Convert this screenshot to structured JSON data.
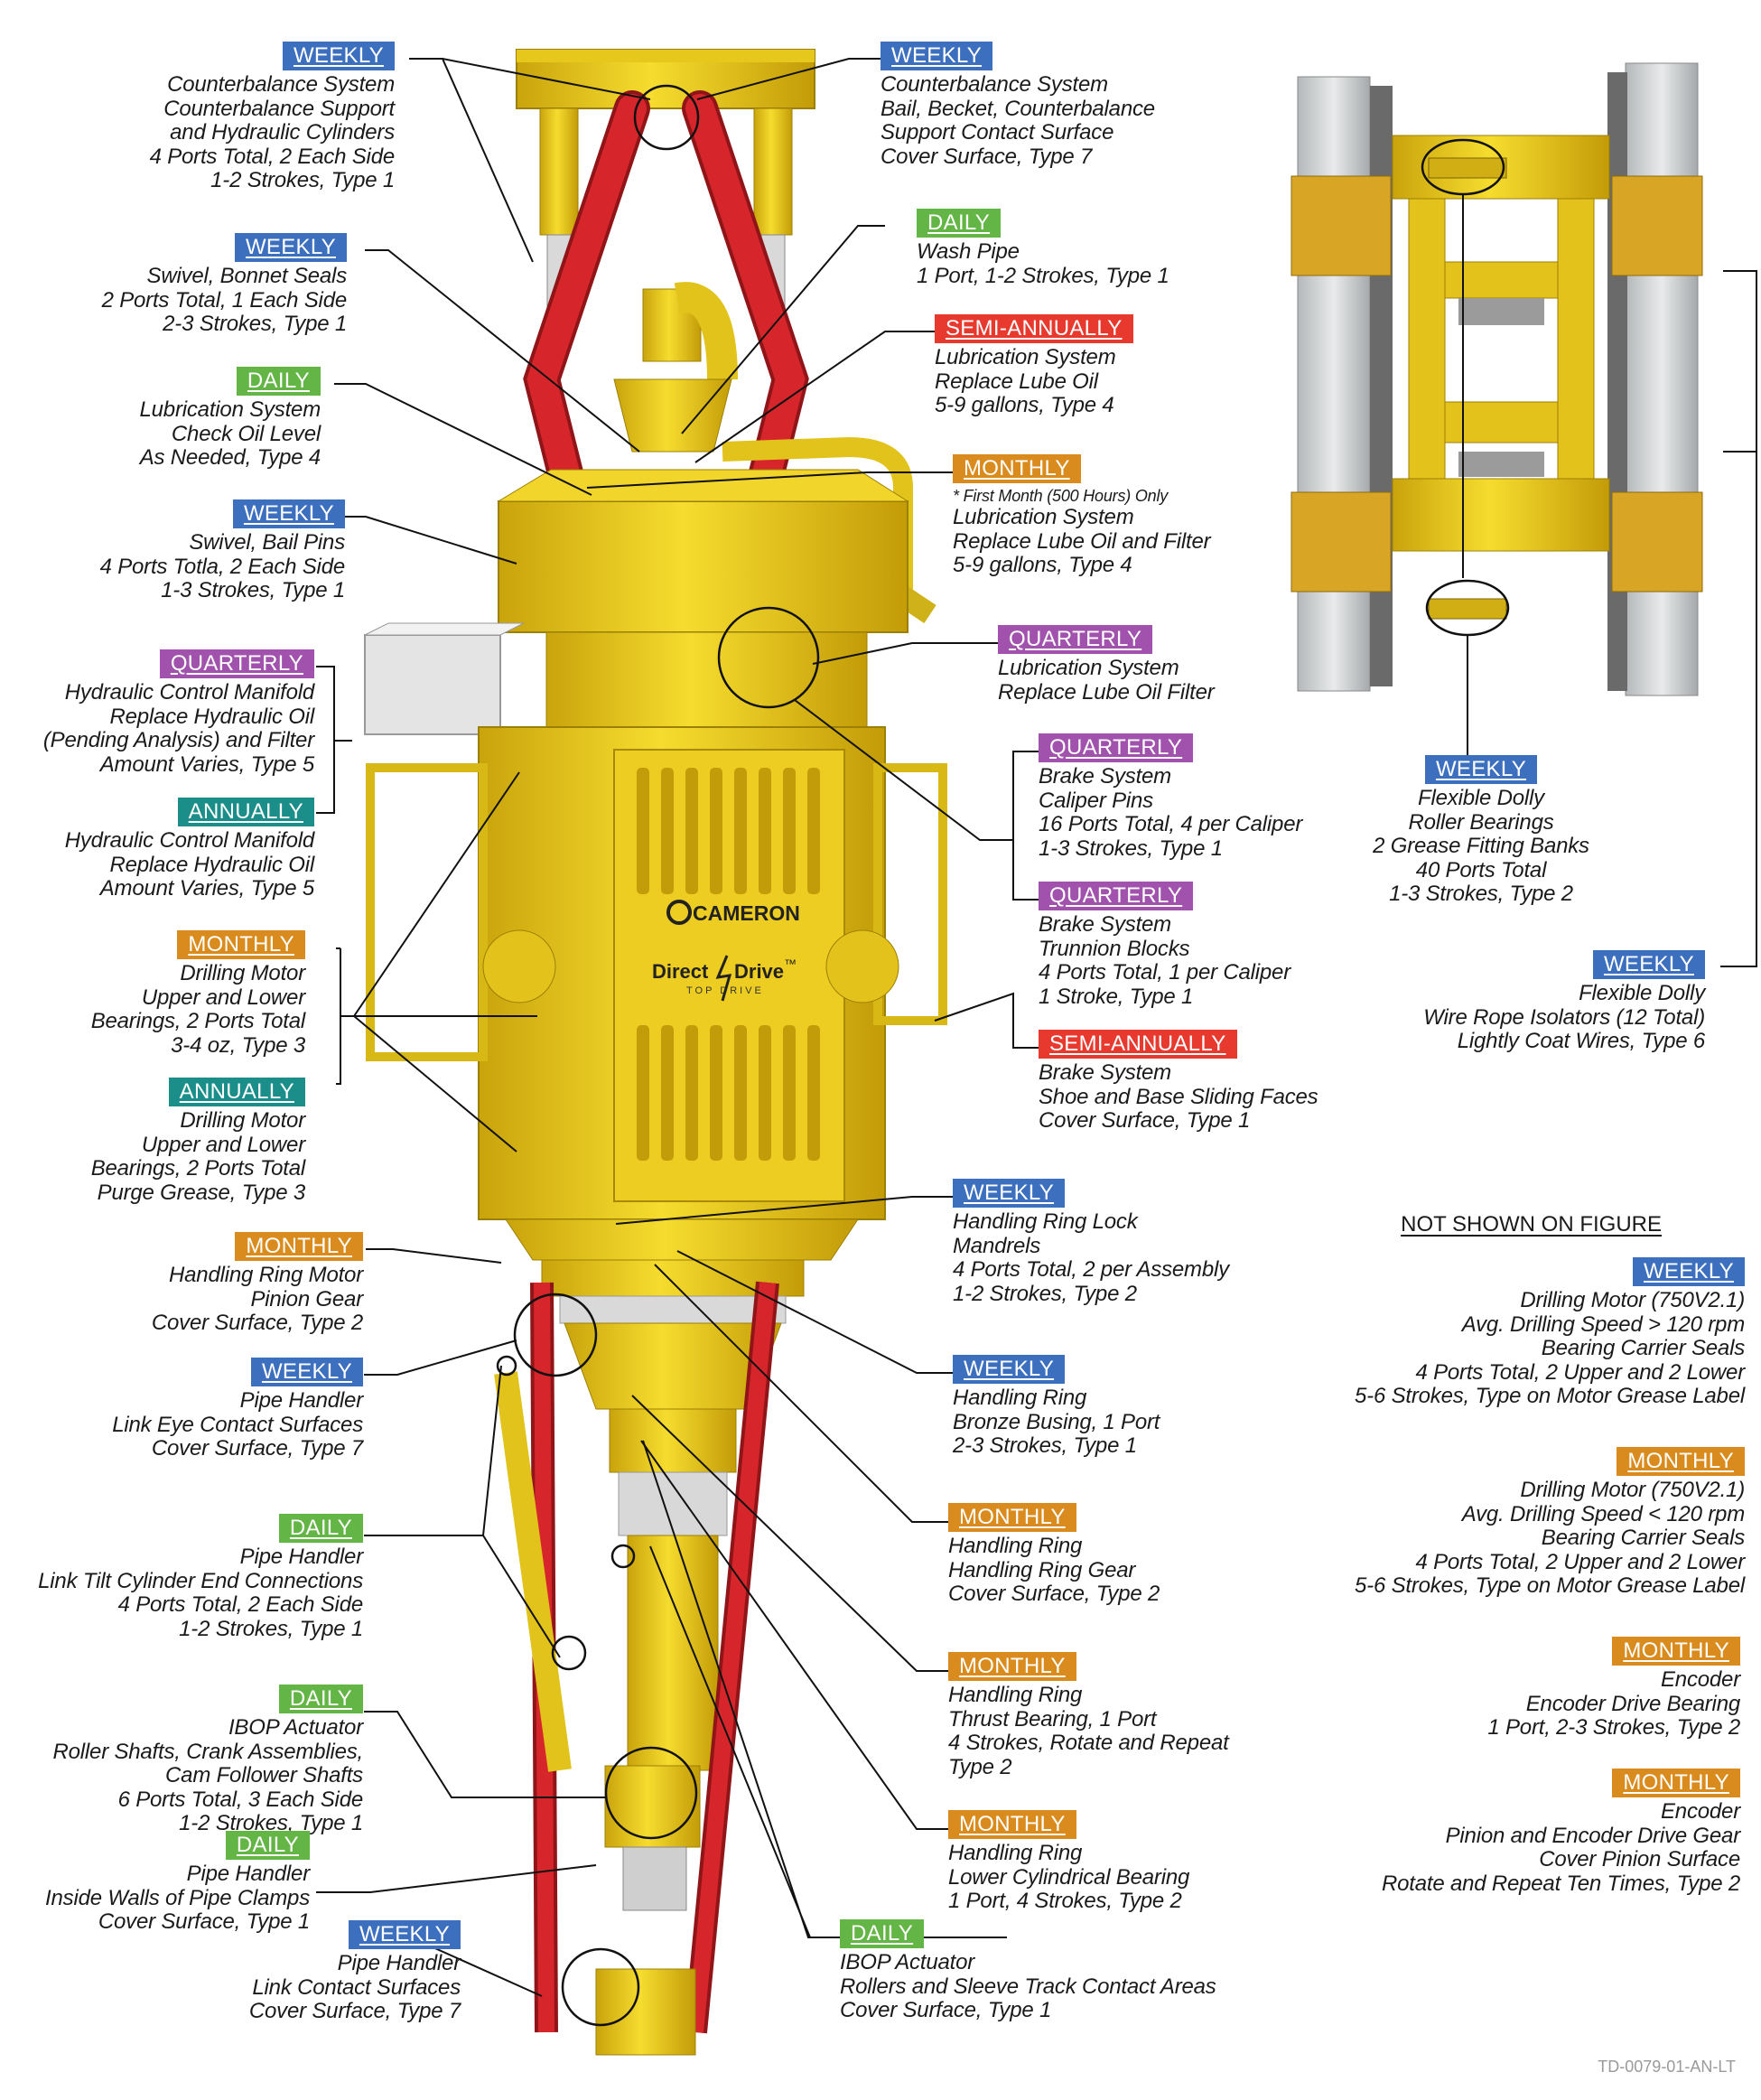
{
  "colors": {
    "WEEKLY": "#3d6fbf",
    "DAILY": "#63b545",
    "SEMI-ANNUALLY": "#e8392f",
    "MONTHLY": "#d98b1e",
    "QUARTERLY": "#a052ad",
    "ANNUALLY": "#1c8e8a",
    "equipment_yellow": "#f3d21b",
    "link_red": "#d7262b"
  },
  "callouts": [
    {
      "id": "c1",
      "badge": "WEEKLY",
      "lines": [
        "Counterbalance System",
        "Counterbalance Support",
        "and Hydraulic Cylinders",
        "4 Ports Total, 2 Each Side",
        "1-2 Strokes, Type 1"
      ]
    },
    {
      "id": "c2",
      "badge": "WEEKLY",
      "lines": [
        "Swivel, Bonnet Seals",
        "2 Ports Total, 1 Each Side",
        "2-3 Strokes, Type 1"
      ]
    },
    {
      "id": "c3",
      "badge": "DAILY",
      "lines": [
        "Lubrication System",
        "Check Oil Level",
        "As Needed, Type 4"
      ]
    },
    {
      "id": "c4",
      "badge": "WEEKLY",
      "lines": [
        "Swivel, Bail Pins",
        "4 Ports Totla, 2 Each Side",
        "1-3 Strokes, Type 1"
      ]
    },
    {
      "id": "c5",
      "badge": "QUARTERLY",
      "lines": [
        "Hydraulic Control Manifold",
        "Replace Hydraulic Oil",
        "(Pending Analysis) and Filter",
        "Amount Varies, Type 5"
      ]
    },
    {
      "id": "c6",
      "badge": "ANNUALLY",
      "lines": [
        "Hydraulic Control Manifold",
        "Replace Hydraulic Oil",
        "Amount Varies, Type 5"
      ]
    },
    {
      "id": "c7",
      "badge": "MONTHLY",
      "lines": [
        "Drilling Motor",
        "Upper and Lower",
        "Bearings, 2 Ports Total",
        "3-4 oz, Type 3"
      ]
    },
    {
      "id": "c8",
      "badge": "ANNUALLY",
      "lines": [
        "Drilling Motor",
        "Upper and Lower",
        "Bearings, 2 Ports Total",
        "Purge Grease, Type 3"
      ]
    },
    {
      "id": "c9",
      "badge": "MONTHLY",
      "lines": [
        "Handling Ring Motor",
        "Pinion Gear",
        "Cover Surface, Type 2"
      ]
    },
    {
      "id": "c10",
      "badge": "WEEKLY",
      "lines": [
        "Pipe Handler",
        "Link Eye Contact Surfaces",
        "Cover Surface, Type 7"
      ]
    },
    {
      "id": "c11",
      "badge": "DAILY",
      "lines": [
        "Pipe Handler",
        "Link Tilt Cylinder End Connections",
        "4 Ports Total, 2 Each Side",
        "1-2 Strokes, Type 1"
      ]
    },
    {
      "id": "c12",
      "badge": "DAILY",
      "lines": [
        "IBOP Actuator",
        "Roller Shafts, Crank Assemblies,",
        "Cam Follower Shafts",
        "6 Ports Total, 3 Each Side",
        "1-2 Strokes, Type 1"
      ]
    },
    {
      "id": "c13",
      "badge": "DAILY",
      "lines": [
        "Pipe Handler",
        "Inside Walls of Pipe Clamps",
        "Cover Surface, Type 1"
      ]
    },
    {
      "id": "c14",
      "badge": "WEEKLY",
      "lines": [
        "Pipe Handler",
        "Link Contact Surfaces",
        "Cover Surface, Type 7"
      ]
    },
    {
      "id": "c15",
      "badge": "WEEKLY",
      "lines": [
        "Counterbalance System",
        "Bail, Becket, Counterbalance",
        "Support Contact Surface",
        "Cover Surface, Type 7"
      ]
    },
    {
      "id": "c16",
      "badge": "DAILY",
      "lines": [
        "Wash Pipe",
        "1 Port, 1-2 Strokes, Type 1"
      ]
    },
    {
      "id": "c17",
      "badge": "SEMI-ANNUALLY",
      "lines": [
        "Lubrication System",
        "Replace Lube Oil",
        "5-9 gallons, Type 4"
      ]
    },
    {
      "id": "c18",
      "badge": "MONTHLY",
      "note": "* First Month (500 Hours) Only",
      "lines": [
        "Lubrication System",
        "Replace Lube Oil and Filter",
        "5-9 gallons, Type 4"
      ]
    },
    {
      "id": "c19",
      "badge": "QUARTERLY",
      "lines": [
        "Lubrication System",
        "Replace Lube Oil Filter"
      ]
    },
    {
      "id": "c20",
      "badge": "QUARTERLY",
      "lines": [
        "Brake System",
        "Caliper Pins",
        "16 Ports Total, 4 per Caliper",
        "1-3 Strokes, Type 1"
      ]
    },
    {
      "id": "c21",
      "badge": "QUARTERLY",
      "lines": [
        "Brake System",
        "Trunnion Blocks",
        "4 Ports Total, 1 per Caliper",
        "1 Stroke, Type 1"
      ]
    },
    {
      "id": "c22",
      "badge": "SEMI-ANNUALLY",
      "lines": [
        "Brake System",
        "Shoe and Base Sliding Faces",
        "Cover Surface, Type 1"
      ]
    },
    {
      "id": "c23",
      "badge": "WEEKLY",
      "lines": [
        "Handling Ring Lock",
        "Mandrels",
        "4 Ports Total, 2 per Assembly",
        "1-2 Strokes, Type 2"
      ]
    },
    {
      "id": "c24",
      "badge": "WEEKLY",
      "lines": [
        "Handling Ring",
        "Bronze Busing, 1 Port",
        "2-3 Strokes, Type 1"
      ]
    },
    {
      "id": "c25",
      "badge": "MONTHLY",
      "lines": [
        "Handling Ring",
        "Handling Ring Gear",
        "Cover Surface, Type 2"
      ]
    },
    {
      "id": "c26",
      "badge": "MONTHLY",
      "lines": [
        "Handling Ring",
        "Thrust Bearing, 1 Port",
        "4 Strokes, Rotate and Repeat",
        "Type 2"
      ]
    },
    {
      "id": "c27",
      "badge": "MONTHLY",
      "lines": [
        "Handling Ring",
        "Lower Cylindrical Bearing",
        "1 Port, 4 Strokes, Type 2"
      ]
    },
    {
      "id": "c28",
      "badge": "DAILY",
      "lines": [
        "IBOP Actuator",
        "Rollers and Sleeve Track Contact Areas",
        "Cover Surface, Type 1"
      ]
    },
    {
      "id": "c29",
      "badge": "WEEKLY",
      "lines": [
        "Flexible Dolly",
        "Roller Bearings",
        "2 Grease Fitting Banks",
        "40 Ports Total",
        "1-3 Strokes, Type 2"
      ]
    },
    {
      "id": "c30",
      "badge": "WEEKLY",
      "lines": [
        "Flexible Dolly",
        "Wire Rope Isolators (12 Total)",
        "Lightly Coat Wires, Type 6"
      ]
    },
    {
      "id": "c31",
      "badge": "WEEKLY",
      "lines": [
        "Drilling Motor (750V2.1)",
        "Avg. Drilling Speed > 120 rpm",
        "Bearing Carrier Seals",
        "4 Ports Total, 2 Upper and 2 Lower",
        "5-6 Strokes, Type on Motor Grease Label"
      ]
    },
    {
      "id": "c32",
      "badge": "MONTHLY",
      "lines": [
        "Drilling Motor (750V2.1)",
        "Avg. Drilling Speed < 120 rpm",
        "Bearing Carrier Seals",
        "4 Ports Total, 2 Upper and 2 Lower",
        "5-6 Strokes, Type on Motor Grease Label"
      ]
    },
    {
      "id": "c33",
      "badge": "MONTHLY",
      "lines": [
        "Encoder",
        "Encoder Drive Bearing",
        "1 Port, 2-3 Strokes, Type 2"
      ]
    },
    {
      "id": "c34",
      "badge": "MONTHLY",
      "lines": [
        "Encoder",
        "Pinion and Encoder Drive Gear",
        "Cover Pinion Surface",
        "Rotate and Repeat Ten Times, Type 2"
      ]
    }
  ],
  "not_shown_heading": "NOT SHOWN ON FIGURE",
  "brand": "CAMERON",
  "product_line1": "Direct",
  "product_line2": "Drive",
  "product_tm": "™",
  "product_sub": "TOP DRIVE",
  "doc_id": "TD-0079-01-AN-LT"
}
